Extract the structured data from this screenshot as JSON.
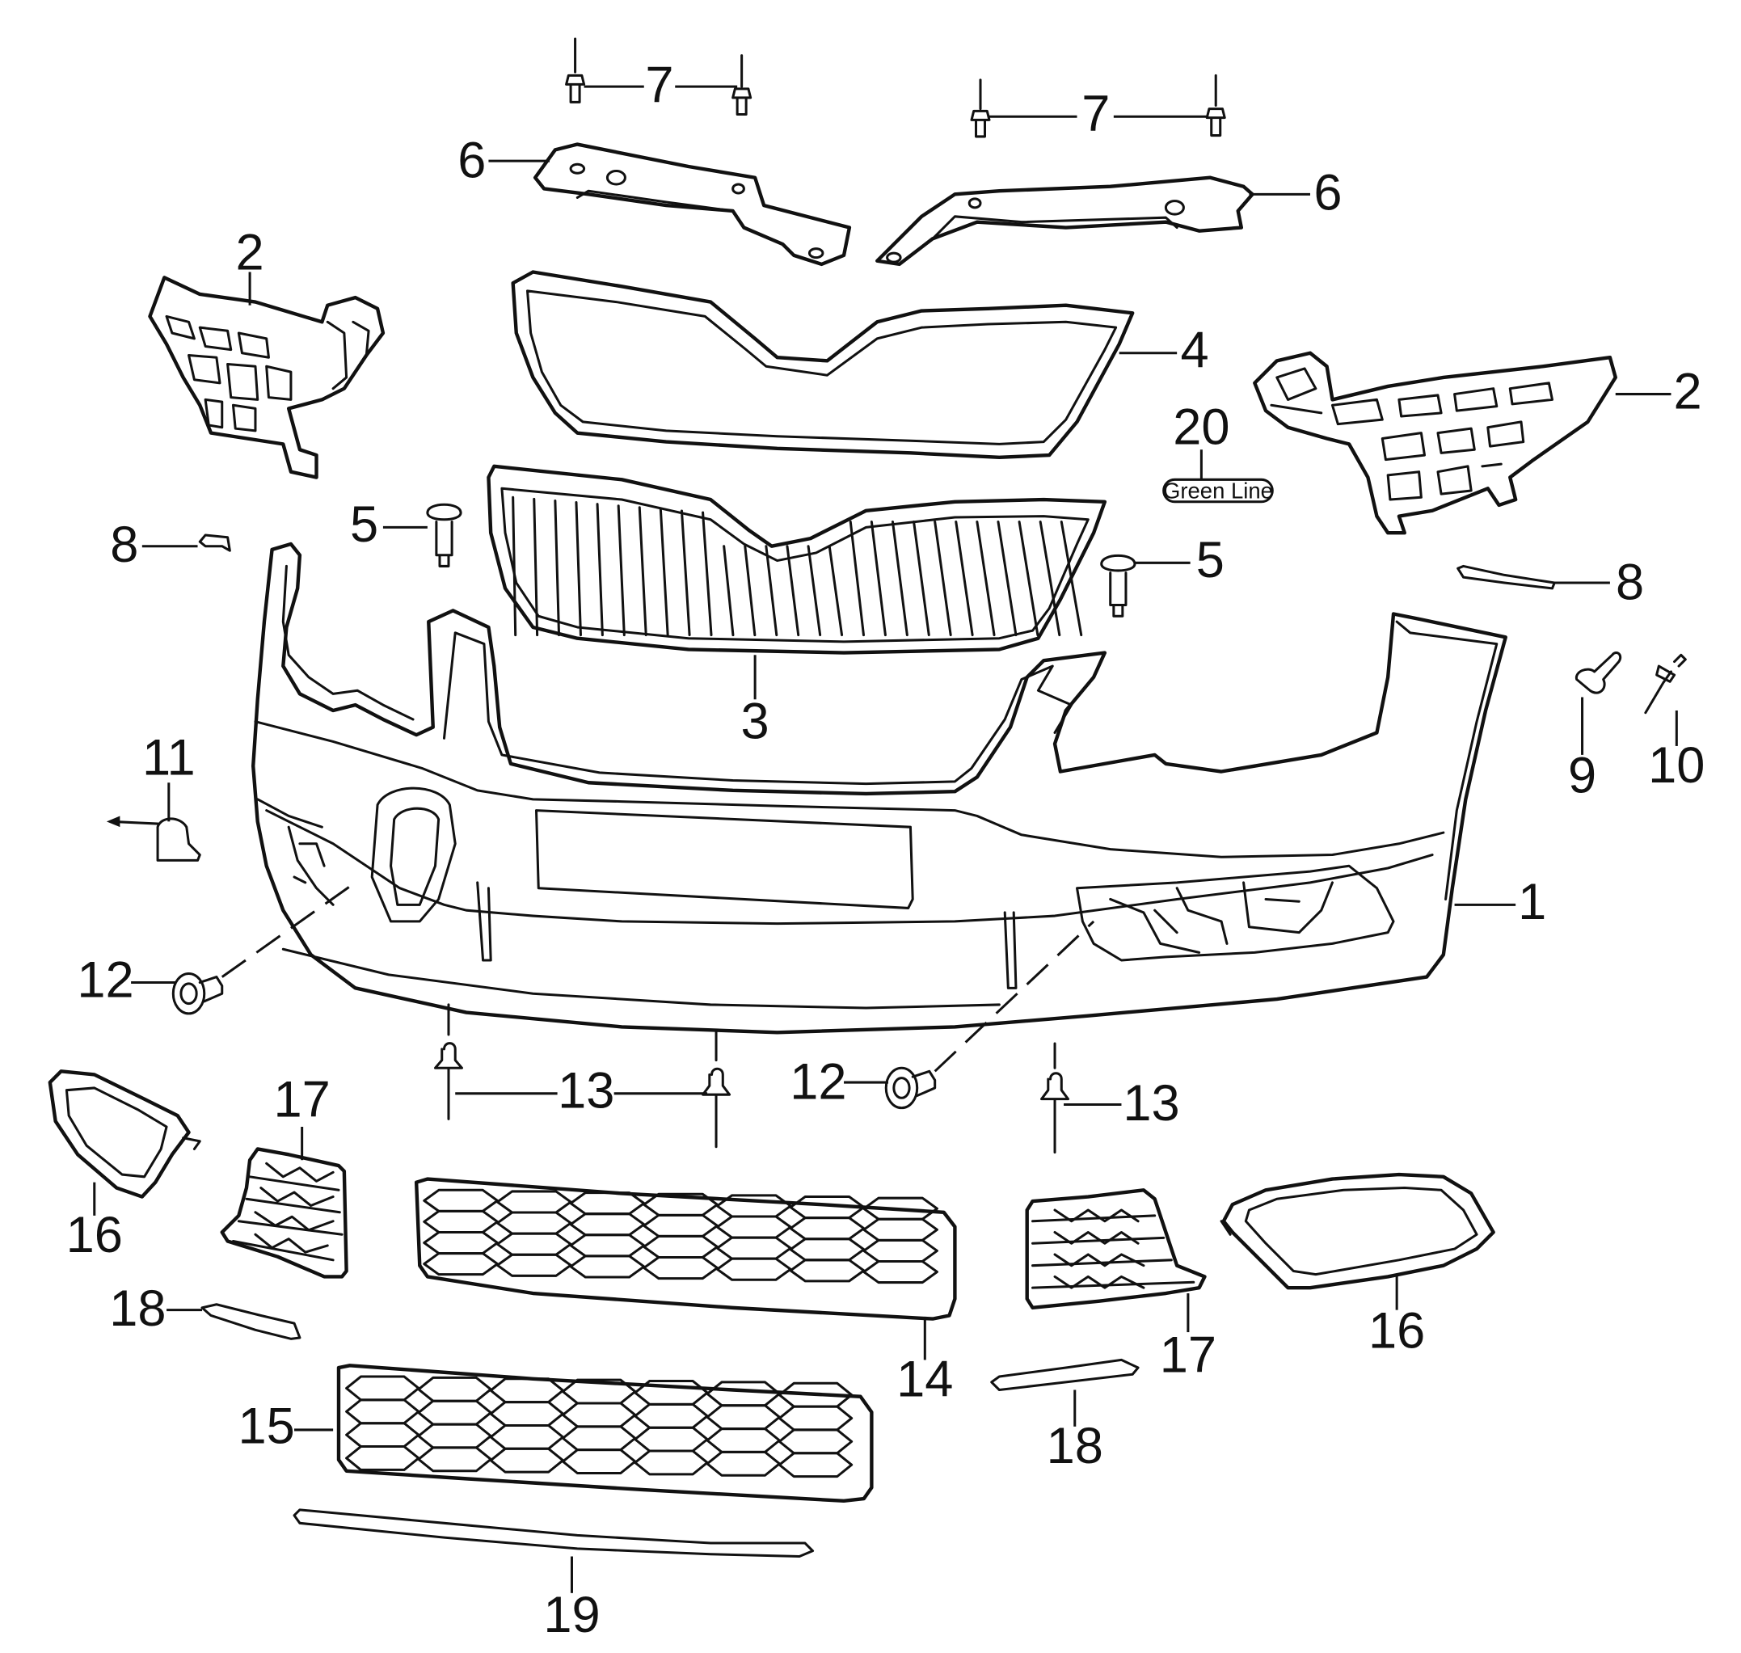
{
  "callouts": [
    {
      "id": "c1",
      "text": "1"
    },
    {
      "id": "c2a",
      "text": "2"
    },
    {
      "id": "c2b",
      "text": "2"
    },
    {
      "id": "c3",
      "text": "3"
    },
    {
      "id": "c4",
      "text": "4"
    },
    {
      "id": "c5a",
      "text": "5"
    },
    {
      "id": "c5b",
      "text": "5"
    },
    {
      "id": "c6a",
      "text": "6"
    },
    {
      "id": "c6b",
      "text": "6"
    },
    {
      "id": "c7a",
      "text": "7"
    },
    {
      "id": "c7b",
      "text": "7"
    },
    {
      "id": "c8a",
      "text": "8"
    },
    {
      "id": "c8b",
      "text": "8"
    },
    {
      "id": "c9",
      "text": "9"
    },
    {
      "id": "c10",
      "text": "10"
    },
    {
      "id": "c11",
      "text": "11"
    },
    {
      "id": "c12a",
      "text": "12"
    },
    {
      "id": "c12b",
      "text": "12"
    },
    {
      "id": "c13a",
      "text": "13"
    },
    {
      "id": "c13b",
      "text": "13"
    },
    {
      "id": "c14",
      "text": "14"
    },
    {
      "id": "c15",
      "text": "15"
    },
    {
      "id": "c16a",
      "text": "16"
    },
    {
      "id": "c16b",
      "text": "16"
    },
    {
      "id": "c17a",
      "text": "17"
    },
    {
      "id": "c17b",
      "text": "17"
    },
    {
      "id": "c18a",
      "text": "18"
    },
    {
      "id": "c18b",
      "text": "18"
    },
    {
      "id": "c19",
      "text": "19"
    },
    {
      "id": "c20",
      "text": "20"
    }
  ],
  "badge": {
    "text": "Green Line"
  }
}
